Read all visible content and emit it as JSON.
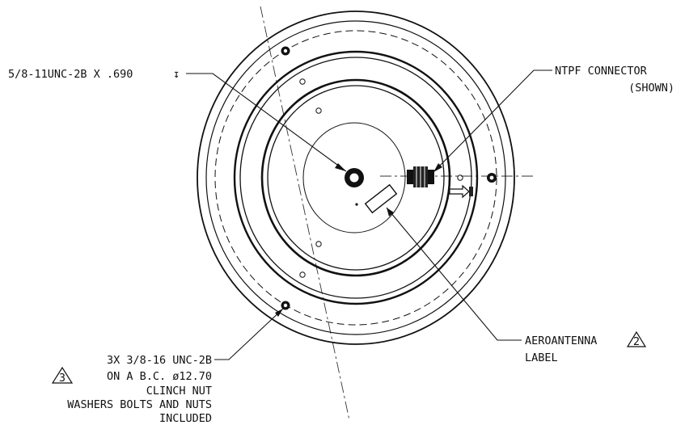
{
  "callouts": {
    "thread_hole": "5/8-11UNC-2B X .690",
    "depth_symbol": "↧",
    "connector_line1": "NTPF CONNECTOR",
    "connector_line2": "(SHOWN)",
    "label_line1": "AEROANTENNA",
    "label_line2": "LABEL",
    "label_rev": "2",
    "bolt_line1": "3X 3/8-16 UNC-2B",
    "bolt_line2": "ON A B.C. ø12.70",
    "bolt_line3": "CLINCH NUT",
    "bolt_line4": "WASHERS BOLTS AND NUTS",
    "bolt_line5": "INCLUDED",
    "bolt_rev": "3"
  }
}
